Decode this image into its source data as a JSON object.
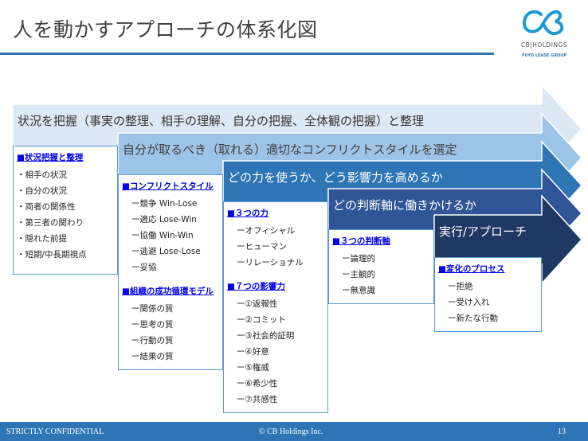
{
  "title": "人を動かすアプローチの体系化図",
  "logo": {
    "company": "CB|HOLDINGS",
    "group": "FUYO LEASE GROUP",
    "colors": {
      "brand": "#1a9ad6"
    }
  },
  "bands": [
    {
      "label": "状況を把握（事実の整理、相手の理解、自分の把握、全体観の把握）と整理",
      "color": "#dce8f5"
    },
    {
      "label": "自分が取るべき（取れる）適切なコンフリクトスタイルを選定",
      "color": "#9dc3e6"
    },
    {
      "label": "どの力を使うか、どう影響力を高めるか",
      "color": "#2e75b6"
    },
    {
      "label": "どの判断軸に働きかけるか",
      "color": "#2f5597"
    },
    {
      "label": "実行/アプローチ",
      "color": "#1f3864"
    }
  ],
  "boxes": [
    {
      "sections": [
        {
          "heading": "■状況把握と整理",
          "items": [
            "・相手の状況",
            "・自分の状況",
            "・両者の関係性",
            "・第三者の関わり",
            "・隠れた前提",
            "・短期/中長期視点"
          ]
        }
      ]
    },
    {
      "sections": [
        {
          "heading": "■コンフリクトスタイル",
          "items": [
            "ー競争 Win-Lose",
            "ー適応 Lose-Win",
            "ー協働 Win-Win",
            "ー逃避 Lose-Lose",
            "ー妥協"
          ]
        },
        {
          "heading": "■組織の成功循環モデル",
          "items": [
            "ー関係の質",
            "ー思考の質",
            "ー行動の質",
            "ー結果の質"
          ]
        }
      ]
    },
    {
      "sections": [
        {
          "heading": "■３つの力",
          "items": [
            "ーオフィシャル",
            "ーヒューマン",
            "ーリレーショナル"
          ]
        },
        {
          "heading": "■７つの影響力",
          "items": [
            "ー①返報性",
            "ー②コミット",
            "ー③社会的証明",
            "ー④好意",
            "ー⑤権威",
            "ー⑥希少性",
            "ー⑦共感性"
          ]
        }
      ]
    },
    {
      "sections": [
        {
          "heading": "■３つの判断軸",
          "items": [
            "ー論理的",
            "ー主観的",
            "ー無意識"
          ]
        }
      ]
    },
    {
      "sections": [
        {
          "heading": "■変化のプロセス",
          "items": [
            "ー拒絶",
            "ー受け入れ",
            "ー新たな行動"
          ]
        }
      ]
    }
  ],
  "footer": {
    "left": "STRICTLY CONFIDENTIAL",
    "center": "© CB Holdings Inc.",
    "page": "13"
  }
}
